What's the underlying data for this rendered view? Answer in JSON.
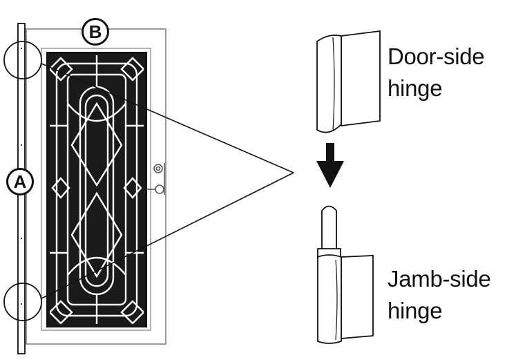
{
  "callouts": {
    "a": "A",
    "b": "B"
  },
  "labels": {
    "door_side": [
      "Door-side",
      "hinge"
    ],
    "jamb_side": [
      "Jamb-side",
      "hinge"
    ]
  },
  "colors": {
    "line": "#111111",
    "frame_gray": "#9a9a9a",
    "grille_fill": "#1a1a1a",
    "background": "#ffffff"
  },
  "icons": [
    "door-illustration",
    "door-side-hinge-icon",
    "jamb-side-hinge-icon",
    "down-arrow-icon",
    "magnify-circle-icon"
  ]
}
